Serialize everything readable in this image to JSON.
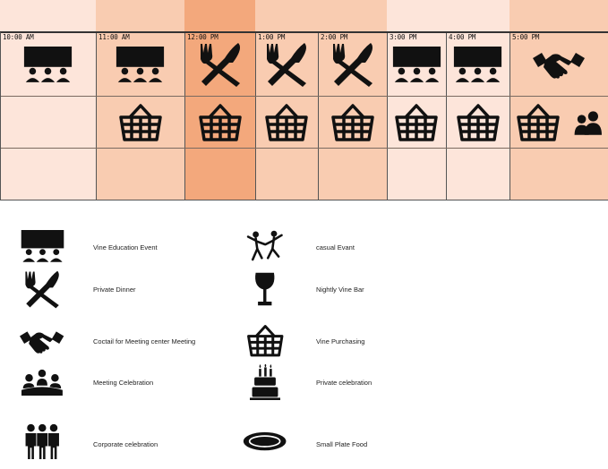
{
  "schedule": {
    "columns": [
      {
        "time": "10:00 AM",
        "color": "#fde5da",
        "icons": [
          "education-icon"
        ]
      },
      {
        "time": "11:00 AM",
        "color": "#f9ccb1",
        "icons": [
          "education-icon",
          "basket-icon"
        ]
      },
      {
        "time": "12:00 PM",
        "color": "#f3a87c",
        "icons": [
          "fork-knife-icon",
          "basket-icon"
        ]
      },
      {
        "time": "1:00 PM",
        "color": "#f9ccb1",
        "icons": [
          "fork-knife-icon",
          "basket-icon"
        ]
      },
      {
        "time": "2:00 PM",
        "color": "#f9ccb1",
        "icons": [
          "fork-knife-icon",
          "basket-icon"
        ]
      },
      {
        "time": "3:00 PM",
        "color": "#fde5da",
        "icons": [
          "education-icon",
          "basket-icon"
        ]
      },
      {
        "time": "4:00 PM",
        "color": "#fde5da",
        "icons": [
          "education-icon",
          "basket-icon"
        ]
      },
      {
        "time": "5:00 PM",
        "color": "#f9ccb1",
        "icons": [
          "handshake-icon",
          "basket-icon",
          "people-icon"
        ]
      }
    ]
  },
  "legend": [
    {
      "icon": "education-icon",
      "label": "Vine Education Event"
    },
    {
      "icon": "dancing-icon",
      "label": "casual Evant"
    },
    {
      "icon": "fork-knife-icon",
      "label": "Private Dinner"
    },
    {
      "icon": "wine-glass-icon",
      "label": "Nightly Vine Bar"
    },
    {
      "icon": "handshake-icon",
      "label": "Coctail for Meeting center Meeting"
    },
    {
      "icon": "basket-icon",
      "label": "Vine Purchasing"
    },
    {
      "icon": "meeting-icon",
      "label": "Meeting Celebration"
    },
    {
      "icon": "cake-icon",
      "label": "Private celebration"
    },
    {
      "icon": "corporate-icon",
      "label": "Corporate celebration"
    },
    {
      "icon": "plate-icon",
      "label": "Small Plate Food"
    }
  ]
}
